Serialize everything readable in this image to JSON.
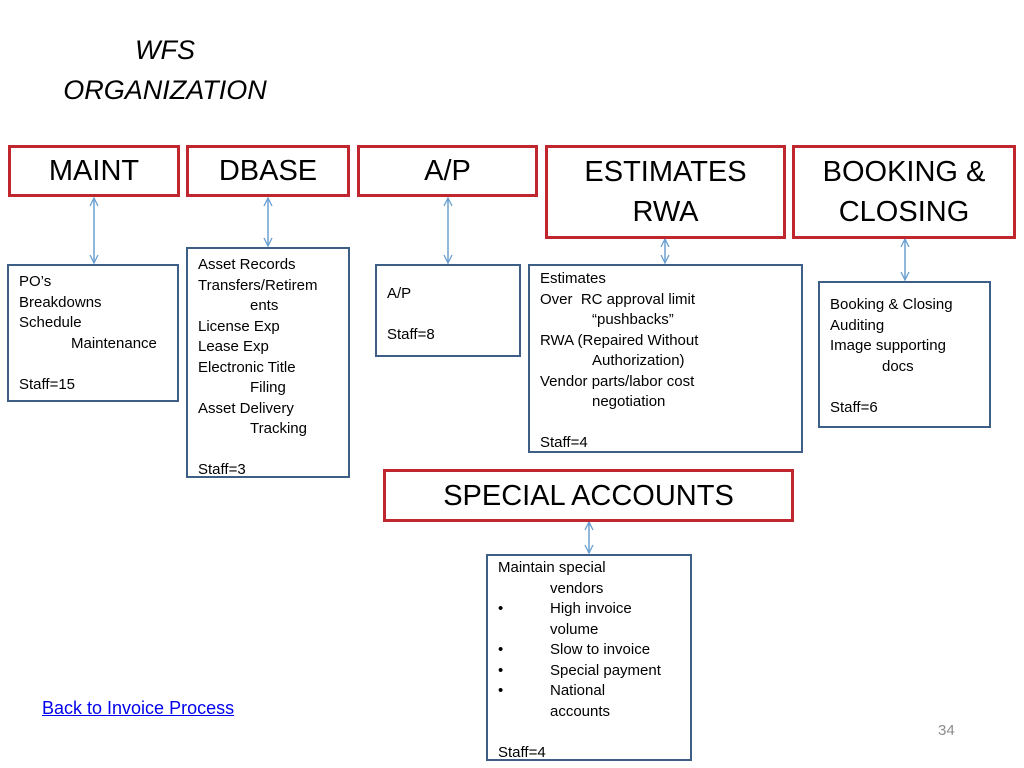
{
  "title": {
    "line1": "WFS",
    "line2": "ORGANIZATION"
  },
  "headers": {
    "maint": "MAINT",
    "dbase": "DBASE",
    "ap": "A/P",
    "estimates": {
      "line1": "ESTIMATES",
      "line2": "RWA"
    },
    "booking": {
      "line1": "BOOKING &",
      "line2": "CLOSING"
    },
    "special": "SPECIAL ACCOUNTS"
  },
  "details": {
    "maint": {
      "l1": "PO’s",
      "l2": "Breakdowns",
      "l3": "Schedule",
      "l3b": "Maintenance",
      "staff": "Staff=15"
    },
    "dbase": {
      "l1": "Asset Records",
      "l2": "Transfers/Retirem",
      "l2b": "ents",
      "l3": "License Exp",
      "l4": "Lease Exp",
      "l5": "Electronic Title",
      "l5b": "Filing",
      "l6": "Asset Delivery",
      "l6b": "Tracking",
      "staff": "Staff=3"
    },
    "ap": {
      "l1": "A/P",
      "staff": "Staff=8"
    },
    "estimates": {
      "l1": "Estimates",
      "l2": "Over  RC approval limit",
      "l2b": "“pushbacks”",
      "l3": "RWA (Repaired Without",
      "l3b": "Authorization)",
      "l4": "Vendor parts/labor cost",
      "l4b": "negotiation",
      "staff": "Staff=4"
    },
    "booking": {
      "l1": "Booking & Closing",
      "l2": "Auditing",
      "l3": "Image supporting",
      "l3b": "docs",
      "staff": "Staff=6"
    },
    "special": {
      "l1": "Maintain special",
      "l1b": "vendors",
      "bullet": "•",
      "b1": "High invoice",
      "b1b": "volume",
      "b2": "Slow to invoice",
      "b3": "Special payment",
      "b4": "National",
      "b4b": "accounts",
      "staff": "Staff=4"
    }
  },
  "link": "Back to Invoice Process",
  "page_number": "34",
  "colors": {
    "header_border": "#c0262d",
    "detail_border": "#3d5e86",
    "arrow": "#6a9fd0",
    "link": "#0000ee"
  }
}
